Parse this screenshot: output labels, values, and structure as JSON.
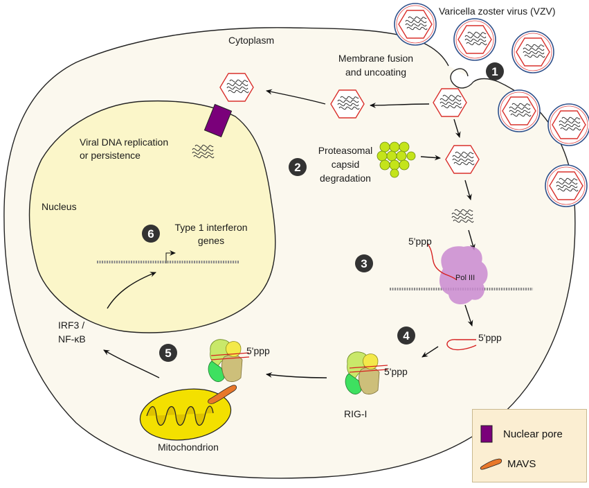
{
  "labels": {
    "virus": "Varicella zoster virus (VZV)",
    "cytoplasm": "Cytoplasm",
    "fusion_line1": "Membrane fusion",
    "fusion_line2": "and uncoating",
    "replication_line1": "Viral DNA replication",
    "replication_line2": "or persistence",
    "proteasomal_line1": "Proteasomal",
    "proteasomal_line2": "capsid",
    "proteasomal_line3": "degradation",
    "nucleus": "Nucleus",
    "ifn_line1": "Type 1 interferon",
    "ifn_line2": "genes",
    "ppp_pol": "5'ppp",
    "pol3": "Pol III",
    "ppp_hairpin": "5'ppp",
    "ppp_rig": "5'ppp",
    "rigi": "RIG-I",
    "ppp_mavs": "5'ppp",
    "irf3_line1": "IRF3 /",
    "irf3_line2": "NF-κB",
    "mitochondrion": "Mitochondrion"
  },
  "steps": [
    "1",
    "2",
    "3",
    "4",
    "5",
    "6"
  ],
  "legend": {
    "nuclear_pore": "Nuclear pore",
    "mavs": "MAVS"
  },
  "colors": {
    "cell_fill": "#fbf8ee",
    "nucleus_fill": "#fbf6c9",
    "capsid": "#d9302c",
    "envelope": "#2d4f8a",
    "pore": "#7a007a",
    "mavs": "#e8772a",
    "proteasome": "#c4e41a",
    "pol3": "#c98ad0",
    "legend_bg": "#fbeed2"
  }
}
